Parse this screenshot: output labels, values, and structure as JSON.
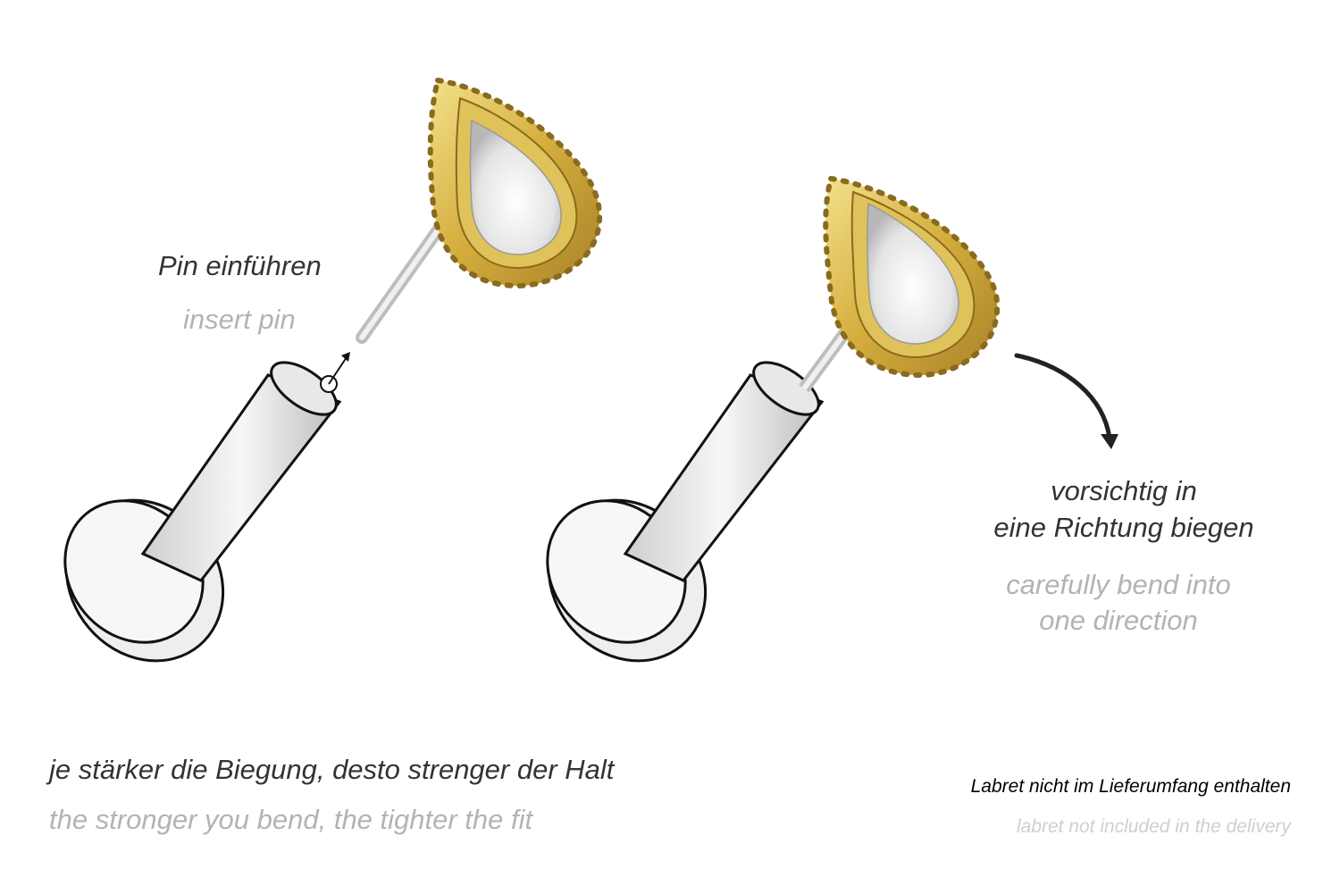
{
  "step1": {
    "title_de": "Pin einführen",
    "title_en": "insert pin"
  },
  "step2": {
    "line1_de": "vorsichtig in",
    "line2_de": "eine Richtung biegen",
    "line1_en": "carefully bend into",
    "line2_en": "one direction"
  },
  "note": {
    "de": "je stärker die Biegung, desto strenger der Halt",
    "en": "the stronger you bend, the tighter the fit"
  },
  "disclaimer": {
    "de": "Labret nicht im Lieferumfang enthalten",
    "en": "labret not included in the delivery"
  },
  "colors": {
    "gold": "#d9b94a",
    "steel": "#e6e6e6",
    "outline": "#1a1a1a"
  }
}
